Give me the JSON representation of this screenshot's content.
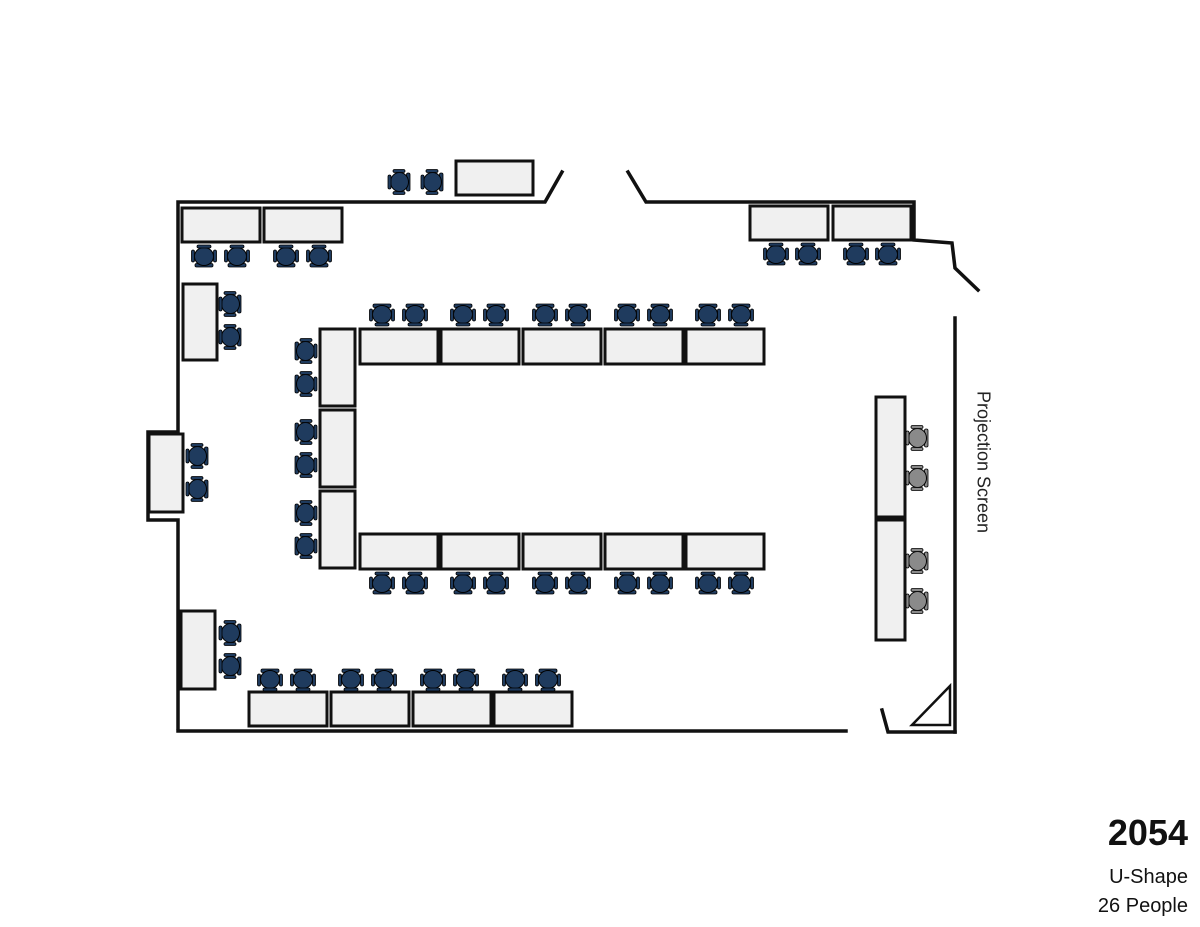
{
  "room_number": "2054",
  "layout_name": "U-Shape",
  "capacity": "26 People",
  "screen_label": "Projection Screen",
  "colors": {
    "chair": "#1f3b5e",
    "chair_presenter": "#8a8a8a",
    "table": "#f0f0f0",
    "wall": "#111111"
  }
}
